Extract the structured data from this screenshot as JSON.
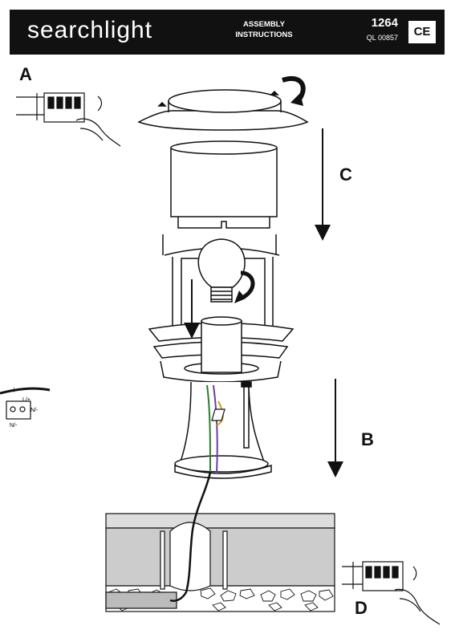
{
  "header": {
    "brand": "searchlight",
    "title_line1": "ASSEMBLY",
    "title_line2": "INSTRUCTIONS",
    "model_number": "1264",
    "code": "QL 00857",
    "ce_mark": "CE"
  },
  "steps": {
    "a": "A",
    "b": "B",
    "c": "C",
    "d": "D"
  },
  "terminal_labels": {
    "earth": "⏚",
    "live": "L/+",
    "neutral": "N/-"
  }
}
